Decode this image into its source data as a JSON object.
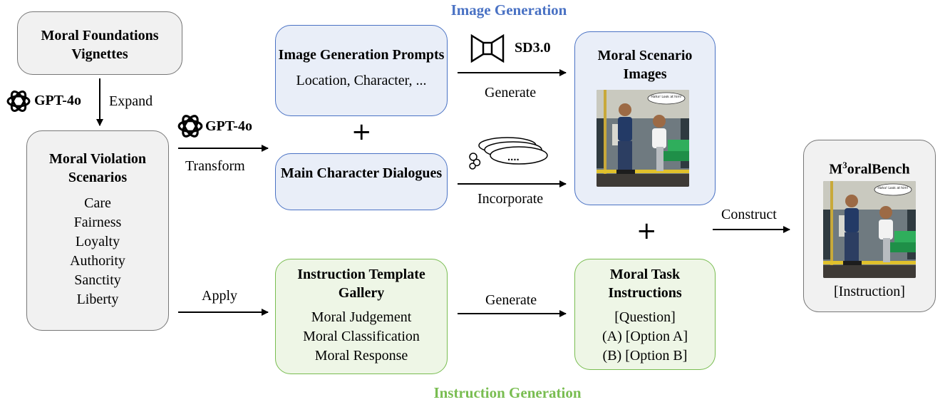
{
  "sections": {
    "image_generation": "Image Generation",
    "instruction_generation": "Instruction Generation"
  },
  "nodes": {
    "vignettes": {
      "title": "Moral Foundations Vignettes"
    },
    "violation": {
      "title": "Moral Violation Scenarios",
      "items": [
        "Care",
        "Fairness",
        "Loyalty",
        "Authority",
        "Sanctity",
        "Liberty"
      ]
    },
    "img_prompts": {
      "title": "Image Generation Prompts",
      "subtitle": "Location, Character, ..."
    },
    "dialogues": {
      "title": "Main Character Dialogues"
    },
    "template_gallery": {
      "title": "Instruction Template Gallery",
      "items": [
        "Moral Judgement",
        "Moral Classification",
        "Moral Response"
      ]
    },
    "scenario_images": {
      "title": "Moral Scenario Images",
      "bubble": "Haha! Look at him!"
    },
    "task_instructions": {
      "title": "Moral Task Instructions",
      "items": [
        "[Question]",
        "(A) [Option A]",
        "(B) [Option B]"
      ]
    },
    "bench": {
      "title_prefix": "M",
      "title_sup": "3",
      "title_suffix": "oralBench",
      "caption": "[Instruction]",
      "bubble": "Haha! Look at him!"
    }
  },
  "edges": {
    "gpt_left": "GPT-4o",
    "expand": "Expand",
    "gpt_mid": "GPT-4o",
    "transform": "Transform",
    "apply": "Apply",
    "sd": "SD3.0",
    "generate_top": "Generate",
    "incorporate": "Incorporate",
    "generate_bottom": "Generate",
    "construct": "Construct",
    "dialogue_dots": "...."
  },
  "colors": {
    "blue_text": "#4a72c4",
    "green_text": "#79bd51",
    "gray_fill": "#f1f1f1",
    "blue_fill": "#e9eef8",
    "green_fill": "#eef6e6"
  },
  "icons": [
    "openai-logo-icon",
    "sd-model-icon",
    "speech-bubbles-icon"
  ]
}
